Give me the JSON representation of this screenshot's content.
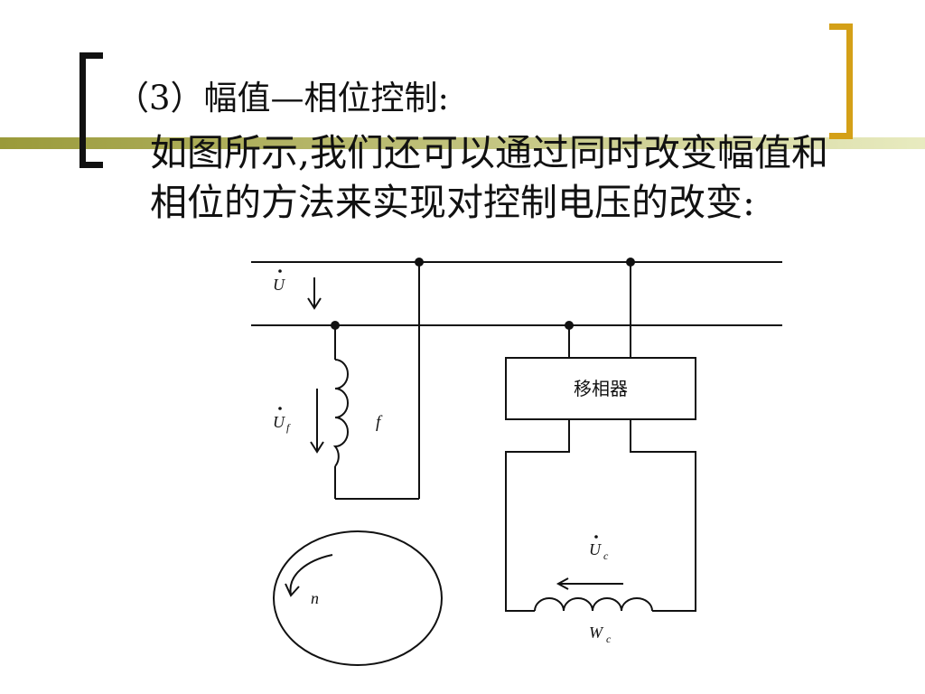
{
  "slide": {
    "heading": "（3）幅值—相位控制:",
    "body": "如图所示,我们还可以通过同时改变幅值和相位的方法来实现对控制电压的改变:"
  },
  "diagram": {
    "phase_shifter_label": "移相器",
    "supply_voltage_label": "U",
    "field_voltage_label": "U",
    "field_voltage_sub": "f",
    "field_winding_label": "f",
    "control_voltage_label": "U",
    "control_voltage_sub": "c",
    "control_winding_label": "W",
    "control_winding_sub": "c",
    "speed_label": "n"
  },
  "colors": {
    "band_left": "#9a9a3a",
    "band_right": "#e8ebc0",
    "left_bracket": "#111111",
    "right_bracket": "#d4a017"
  }
}
